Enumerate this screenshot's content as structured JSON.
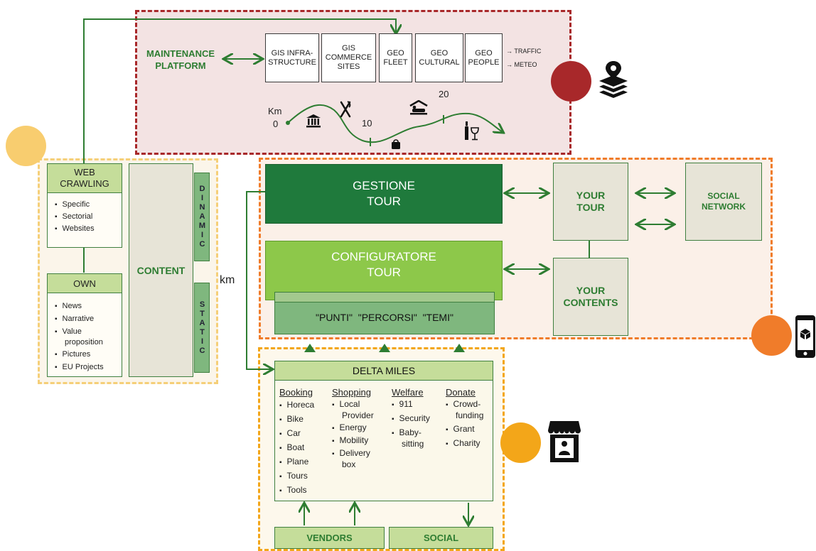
{
  "maintenance": {
    "platform_label": "MAINTENANCE PLATFORM",
    "geo_boxes": [
      {
        "label": "GIS INFRA- STRUCTURE"
      },
      {
        "label": "GIS COMMERCE SITES"
      },
      {
        "label": "GEO FLEET"
      },
      {
        "label": "GEO CULTURAL"
      },
      {
        "label": "GEO PEOPLE"
      }
    ],
    "side_notes": [
      "→ TRAFFIC",
      "→ METEO"
    ],
    "route": {
      "unit": "Km",
      "start": "0",
      "mid": "10",
      "end": "20"
    }
  },
  "content": {
    "web_crawling": {
      "title": "WEB CRAWLING",
      "items": [
        "Specific",
        "Sectorial",
        "Websites"
      ]
    },
    "own": {
      "title": "OWN",
      "items": [
        "News",
        "Narrative",
        "Value proposition",
        "Pictures",
        "EU Projects"
      ]
    },
    "content_label": "CONTENT",
    "dinamic": "DINAMIC",
    "static": "STATIC"
  },
  "km_label": "km",
  "tour": {
    "gestione": "GESTIONE TOUR",
    "configuratore": "CONFIGURATORE TOUR",
    "punti_bar": "\"PUNTI\"  \"PERCORSI\"  \"TEMI\"",
    "your_tour": "YOUR TOUR",
    "your_contents": "YOUR CONTENTS",
    "social_network": "SOCIAL NETWORK"
  },
  "delta": {
    "title": "DELTA MILES",
    "columns": [
      {
        "heading": "Booking",
        "items": [
          "Horeca",
          "Bike",
          "Car",
          "Boat",
          "Plane",
          "Tours",
          "Tools"
        ]
      },
      {
        "heading": "Shopping",
        "items": [
          "Local Provider",
          "Energy",
          "Mobility",
          "Delivery box"
        ]
      },
      {
        "heading": "Welfare",
        "items": [
          "911",
          "Security",
          "Baby-sitting"
        ]
      },
      {
        "heading": "Donate",
        "items": [
          "Crowd-funding",
          "Grant",
          "Charity"
        ]
      }
    ],
    "vendors": "VENDORS",
    "social": "SOCIAL"
  },
  "colors": {
    "dark_red": "#a8282a",
    "orange": "#f07c2a",
    "yellow": "#f4c86a",
    "amber": "#f3a619",
    "dark_green": "#1f7a3c",
    "light_green": "#8dc84a",
    "pale_green": "#c5dd9a"
  },
  "icons": [
    "map-pin-layers-icon",
    "smartphone-icon",
    "store-icon",
    "museum-icon",
    "cutlery-icon",
    "hotel-icon",
    "shopping-bag-icon",
    "wine-icon"
  ]
}
